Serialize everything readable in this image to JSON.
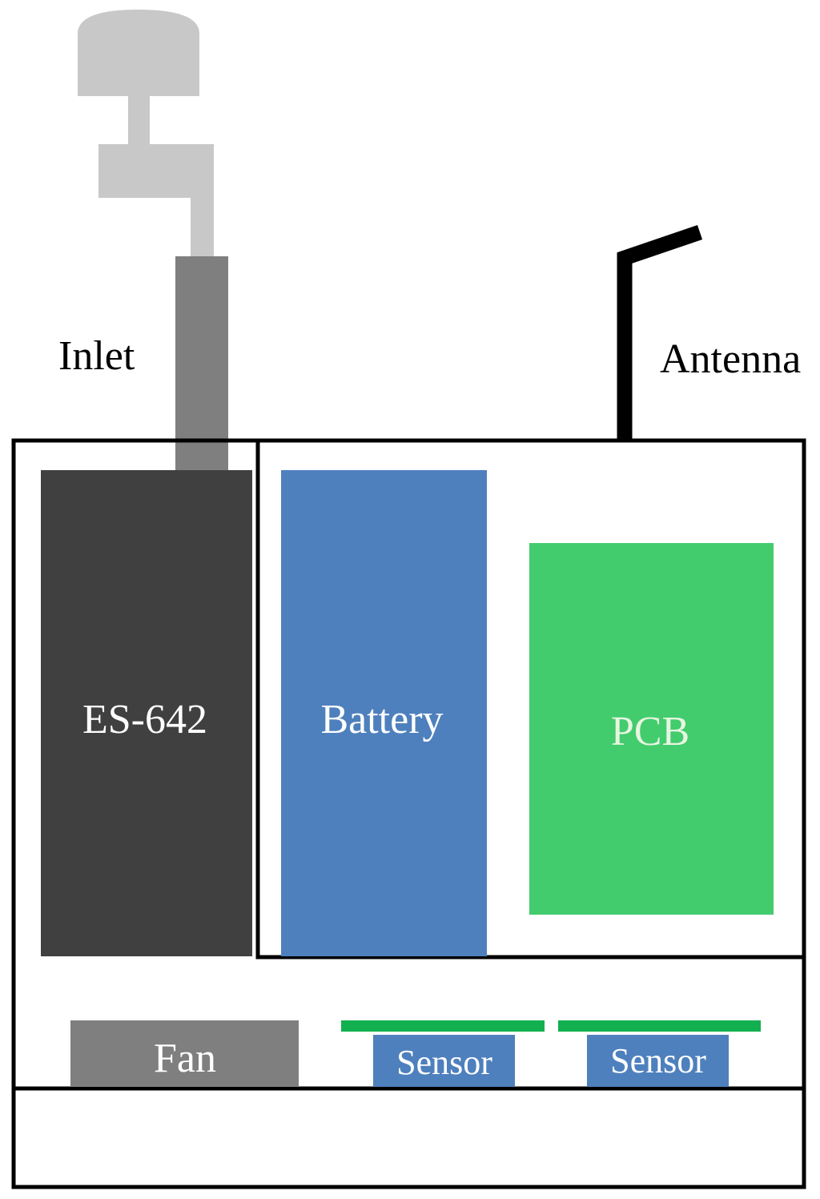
{
  "labels": {
    "inlet": "Inlet",
    "antenna": "Antenna",
    "es642": "ES-642",
    "battery": "Battery",
    "pcb": "PCB",
    "fan": "Fan",
    "sensor_1": "Sensor",
    "sensor_2": "Sensor"
  },
  "colors": {
    "inlet_head": "#c8c8c8",
    "inlet_tube": "#7f7f7f",
    "es642": "#404040",
    "battery": "#4e80bd",
    "pcb": "#42cc6e",
    "fan": "#7f7f7f",
    "sensor": "#4e80bd",
    "sensor_board": "#12b04f",
    "outline": "#000000",
    "dark_label_text": "#000000",
    "light_label_text": "#ffffff",
    "pcb_label_text": "#e8f5e0"
  }
}
